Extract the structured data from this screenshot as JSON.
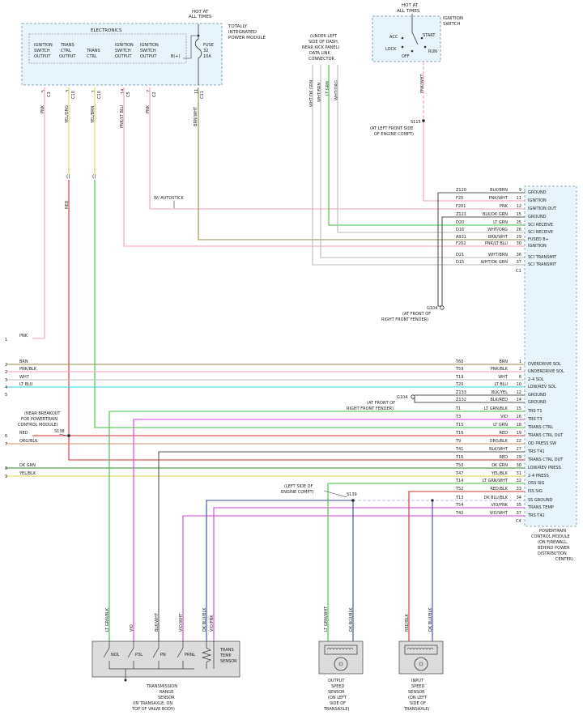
{
  "tipm": {
    "hot": [
      "HOT AT",
      "ALL TIMES"
    ],
    "title": [
      "TOTALLY",
      "INTEGRATED",
      "POWER MODULE"
    ],
    "electronics": "ELECTRONICS",
    "fuse": [
      "FUSE",
      "32",
      "10A"
    ],
    "b_plus": "B(+)",
    "outputs": [
      [
        "IGNITION",
        "SWITCH",
        "OUTPUT"
      ],
      [
        "TRANS",
        "CTRL",
        "OUTPUT"
      ],
      [
        "TRANS",
        "CTRL"
      ],
      [
        "IGNITION",
        "SWITCH",
        "OUTPUT"
      ],
      [
        "IGNITION",
        "SWITCH",
        "OUTPUT"
      ]
    ],
    "pins": [
      {
        "pin": "5",
        "conn": "C3"
      },
      {
        "pin": "3",
        "conn": "C10"
      },
      {
        "pin": "1",
        "conn": "C10"
      },
      {
        "pin": "14",
        "conn": "C5"
      },
      {
        "pin": "7",
        "conn": "C2"
      },
      {
        "pin": "11",
        "conn": "C11"
      }
    ],
    "wires": [
      "PNK",
      "YEL/ORG",
      "YEL/BRN",
      "PNK/LT BLU",
      "PNK",
      "BRN/WHT"
    ]
  },
  "ignition": {
    "hot": [
      "HOT AT",
      "ALL TIMES"
    ],
    "title": [
      "IGNITION",
      "SWITCH"
    ],
    "positions": [
      "ACC",
      "START",
      "LOCK",
      "RUN",
      "OFF"
    ],
    "wire": "PNK/WHT",
    "splice": "S115",
    "splice_note": [
      "(AT LEFT FRONT SIDE",
      "OF ENGINE COMPT)"
    ]
  },
  "dlc": {
    "title": [
      "(UNDER LEFT",
      "SIDE OF DASH,",
      "NEAR KICK PANEL)",
      "DATA LINK",
      "CONNECTOR"
    ],
    "wires": [
      "WHT/DK GRN",
      "WHT/BRN",
      "LT GRN",
      "WHT/ORG"
    ]
  },
  "labels": {
    "red": "RED",
    "w_autostick": "W/ AUTOSTICK",
    "g104_top": [
      "G104",
      "(AT FRONT OF",
      "RIGHT FRONT FENDER)"
    ],
    "g104_mid": [
      "G104",
      "(AT FRONT OF",
      "RIGHT FRONT FENDER)"
    ],
    "s138": [
      "(NEAR BREAKOUT",
      "FOR POWERTRAIN",
      "CONTROL MODULE)",
      "S138"
    ],
    "s139": [
      "(LEFT SIDE OF",
      "ENGINE COMPT)",
      "S139"
    ]
  },
  "pcm": {
    "title": [
      "POWERTRAIN",
      "CONTROL MODULE",
      "(ON FIREWALL,",
      "BEHIND POWER",
      "DISTRIBUTION",
      "CENTER)"
    ],
    "c1": [
      {
        "circuit": "Z120",
        "wire": "BLK/BRN",
        "pin": "9",
        "func": "GROUND"
      },
      {
        "circuit": "F20",
        "wire": "PNK/WHT",
        "pin": "11",
        "func": "IGNITION"
      },
      {
        "circuit": "F201",
        "wire": "PNK",
        "pin": "12",
        "func": "IGNITION OUT"
      },
      {
        "circuit": "Z121",
        "wire": "BLK/DK GRN",
        "pin": "15",
        "func": "GROUND"
      },
      {
        "circuit": "D20",
        "wire": "LT GRN",
        "pin": "25",
        "func": "SCI RECEIVE"
      },
      {
        "circuit": "D16",
        "wire": "WHT/ORG",
        "pin": "26",
        "func": "SCI RECEIVE"
      },
      {
        "circuit": "A931",
        "wire": "BRN/WHT",
        "pin": "29",
        "func": "FUSED B+"
      },
      {
        "circuit": "F202",
        "wire": "PNK/LT BLU",
        "pin": "30",
        "func": "IGNITION"
      },
      {
        "circuit": "D21",
        "wire": "WHT/BRN",
        "pin": "36",
        "func": "SCI TRANSMIT"
      },
      {
        "circuit": "D15",
        "wire": "WHT/DK GRN",
        "pin": "37",
        "func": "SCI TRANSMIT"
      }
    ],
    "c1_label": "C1",
    "c4": [
      {
        "circuit": "T60",
        "wire": "BRN",
        "pin": "1",
        "func": "OVERDRIVE SOL"
      },
      {
        "circuit": "T59",
        "wire": "PNK/BLK",
        "pin": "2",
        "func": "UNDERDRIVE SOL"
      },
      {
        "circuit": "T19",
        "wire": "WHT",
        "pin": "6",
        "func": "2-4 SOL"
      },
      {
        "circuit": "T20",
        "wire": "LT BLU",
        "pin": "10",
        "func": "LOW/REV SOL"
      },
      {
        "circuit": "Z133",
        "wire": "BLK/YEL",
        "pin": "12",
        "func": "GROUND"
      },
      {
        "circuit": "Z132",
        "wire": "BLK/RED",
        "pin": "14",
        "func": "GROUND"
      },
      {
        "circuit": "T1",
        "wire": "LT GRN/BLK",
        "pin": "15",
        "func": "TRS T1"
      },
      {
        "circuit": "T3",
        "wire": "VIO",
        "pin": "16",
        "func": "TRS T3"
      },
      {
        "circuit": "T15",
        "wire": "LT GRN",
        "pin": "18",
        "func": "TRANS CTRL"
      },
      {
        "circuit": "T16",
        "wire": "RED",
        "pin": "19",
        "func": "TRANS CTRL OUT"
      },
      {
        "circuit": "T9",
        "wire": "ORG/BLK",
        "pin": "22",
        "func": "OD PRESS SW"
      },
      {
        "circuit": "T41",
        "wire": "BLK/WHT",
        "pin": "27",
        "func": "TRS T41"
      },
      {
        "circuit": "T16",
        "wire": "RED",
        "pin": "29",
        "func": "TRANS CTRL OUT"
      },
      {
        "circuit": "T50",
        "wire": "DK GRN",
        "pin": "30",
        "func": "LOW/REV PRESS"
      },
      {
        "circuit": "T47",
        "wire": "YEL/BLK",
        "pin": "31",
        "func": "2-4 PRESS"
      },
      {
        "circuit": "T14",
        "wire": "LT GRN/WHT",
        "pin": "32",
        "func": "OSS SIG"
      },
      {
        "circuit": "T52",
        "wire": "RED/BLK",
        "pin": "33",
        "func": "ISS SIG"
      },
      {
        "circuit": "T13",
        "wire": "DK BLU/BLK",
        "pin": "34",
        "func": "SS GROUND"
      },
      {
        "circuit": "T54",
        "wire": "VIO/PNK",
        "pin": "35",
        "func": "TRANS TEMP"
      },
      {
        "circuit": "T42",
        "wire": "VIO/WHT",
        "pin": "37",
        "func": "TRS T42"
      }
    ],
    "c4_label": "C4"
  },
  "left_wires": [
    {
      "num": "1",
      "name": "PNK"
    },
    {
      "num": "2",
      "name": "BRN"
    },
    {
      "num": "2",
      "name": "PNK/BLK"
    },
    {
      "num": "3",
      "name": "WHT"
    },
    {
      "num": "4",
      "name": "LT BLU"
    },
    {
      "num": "5",
      "name": ""
    },
    {
      "num": "6",
      "name": "RED"
    },
    {
      "num": "7",
      "name": "ORG/BLK"
    },
    {
      "num": "8",
      "name": "DK GRN"
    },
    {
      "num": "9",
      "name": "YEL/BLK"
    }
  ],
  "trs": {
    "wires": [
      "LT GRN/BLK",
      "VIO",
      "BLK/WHT",
      "VIO/WHT",
      "DK BLU/BLK",
      "VIO/PNK"
    ],
    "positions": [
      "NOL",
      "P3L",
      "PN",
      "PRNL"
    ],
    "temp_sensor": [
      "TRANS",
      "TEMP",
      "SENSOR"
    ],
    "title": [
      "TRANSMISSION",
      "RANGE",
      "SENSOR",
      "(IN TRANSAXLE, ON",
      "TOP OF VALVE BODY)"
    ]
  },
  "oss": {
    "wires": [
      "LT GRN/WHT",
      "DK BLU/BLK"
    ],
    "title": [
      "OUTPUT",
      "SPEED",
      "SENSOR",
      "(ON LEFT",
      "SIDE OF",
      "TRANSAXLE)"
    ]
  },
  "iss": {
    "wires": [
      "RED/BLK",
      "DK BLU/BLK"
    ],
    "title": [
      "INPUT",
      "SPEED",
      "SENSOR",
      "(ON LEFT",
      "SIDE OF",
      "TRANSAXLE)"
    ]
  },
  "colors": {
    "pnk": "#f0a0b8",
    "yel": "#e0d050",
    "brn": "#9a8a50",
    "lt_grn": "#40c040",
    "red": "#d03030",
    "vio": "#d040d0",
    "wht": "#b8b8b8",
    "lt_blu": "#30d0e8",
    "blk": "#555555",
    "org": "#d09060",
    "dk_grn": "#2a8a2a",
    "blu": "#3a4aa0"
  }
}
